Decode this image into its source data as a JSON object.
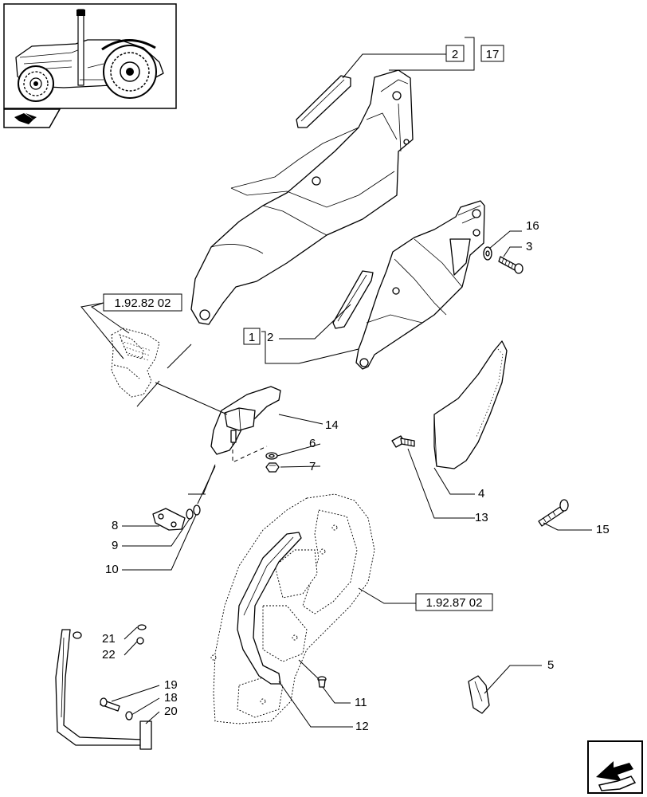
{
  "labels": {
    "p1": "1",
    "p2": "2",
    "p3": "3",
    "p4": "4",
    "p5": "5",
    "p6": "6",
    "p7": "7",
    "p8": "8",
    "p9": "9",
    "p10": "10",
    "p11": "11",
    "p12": "12",
    "p13": "13",
    "p14": "14",
    "p15": "15",
    "p16": "16",
    "p17": "17",
    "p18": "18",
    "p19": "19",
    "p20": "20",
    "p21": "21",
    "p22": "22"
  },
  "refs": {
    "r1": "1.92.82 02",
    "r2": "1.92.87 02"
  }
}
